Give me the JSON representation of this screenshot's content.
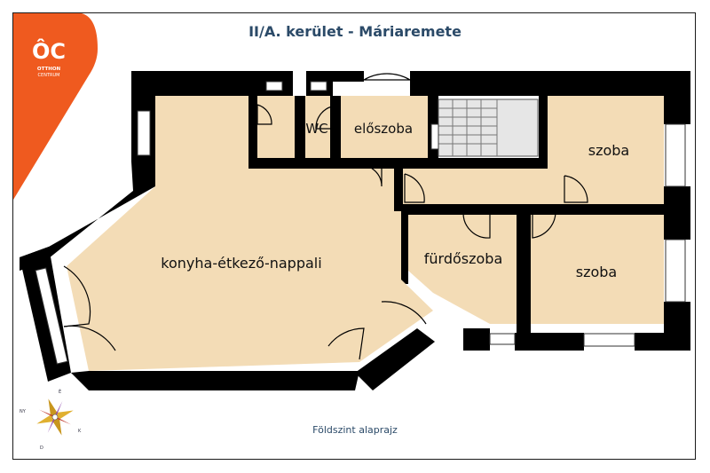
{
  "header": {
    "title": "II/A. kerület - Máriaremete"
  },
  "footer": {
    "caption": "Földszint alaprajz"
  },
  "logo": {
    "mark": "ÔC",
    "line1": "OTTHON",
    "line2": "CENTRUM"
  },
  "compass": {
    "n": "É",
    "e": "K",
    "s": "D",
    "w": "NY"
  },
  "rooms": {
    "living": "konyha-étkező-nappali",
    "wc": "WC",
    "hall": "előszoba",
    "bedroom1": "szoba",
    "bathroom": "fürdőszoba",
    "bedroom2": "szoba"
  },
  "colors": {
    "floor": "#f3dcb6",
    "wall": "#000000",
    "accent": "#ef5a1f",
    "title": "#2b4a68"
  }
}
